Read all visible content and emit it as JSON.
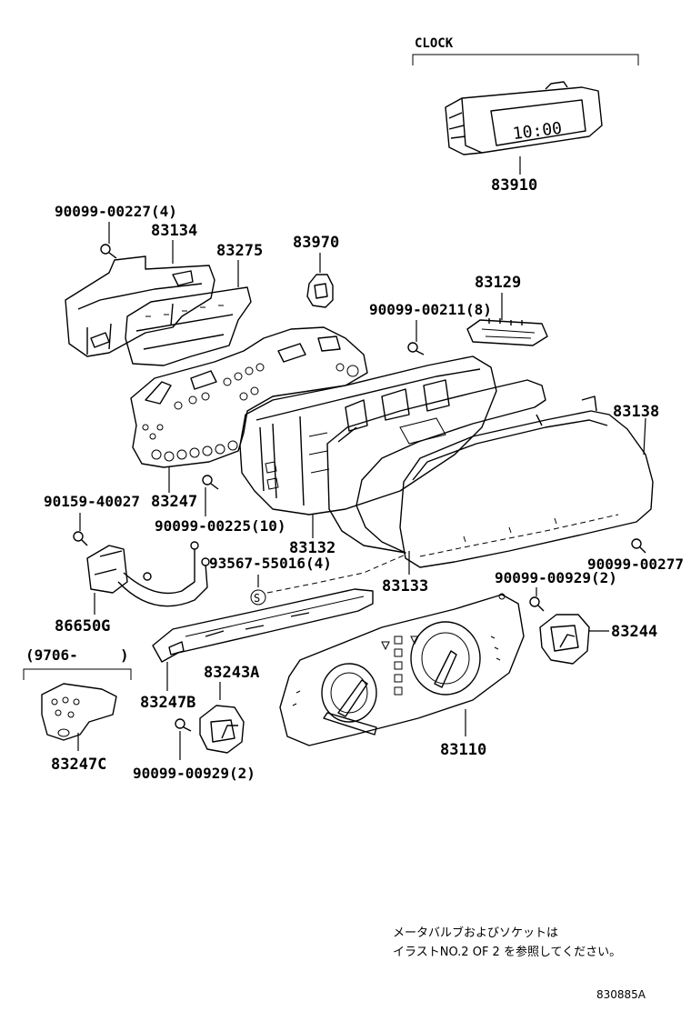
{
  "callouts": {
    "clock_heading": "CLOCK",
    "p83910": "83910",
    "p90099_00227_4": "90099-00227(4)",
    "p83134": "83134",
    "p83275": "83275",
    "p83970": "83970",
    "p83129": "83129",
    "p90099_00211_8": "90099-00211(8)",
    "p83138": "83138",
    "p90159_40027": "90159-40027",
    "p83247": "83247",
    "p90099_00225_10": "90099-00225(10)",
    "p83132": "83132",
    "p93567_55016_4": "93567-55016(4)",
    "p83133": "83133",
    "p90099_00277": "90099-00277",
    "p90099_00929_2_right": "90099-00929(2)",
    "p83244": "83244",
    "p86650G": "86650G",
    "p9706": "(9706-",
    "p9706_close": ")",
    "p83243A": "83243A",
    "p83247B": "83247B",
    "p83110": "83110",
    "p83247C": "83247C",
    "p90099_00929_2_left": "90099-00929(2)",
    "screw_symbol": "S",
    "clock_display": "10:00"
  },
  "note": {
    "line1": "メータバルブおよびソケットは",
    "line2": "イラストNO.2 OF 2 を参照してください。"
  },
  "figure_id": "830885A"
}
